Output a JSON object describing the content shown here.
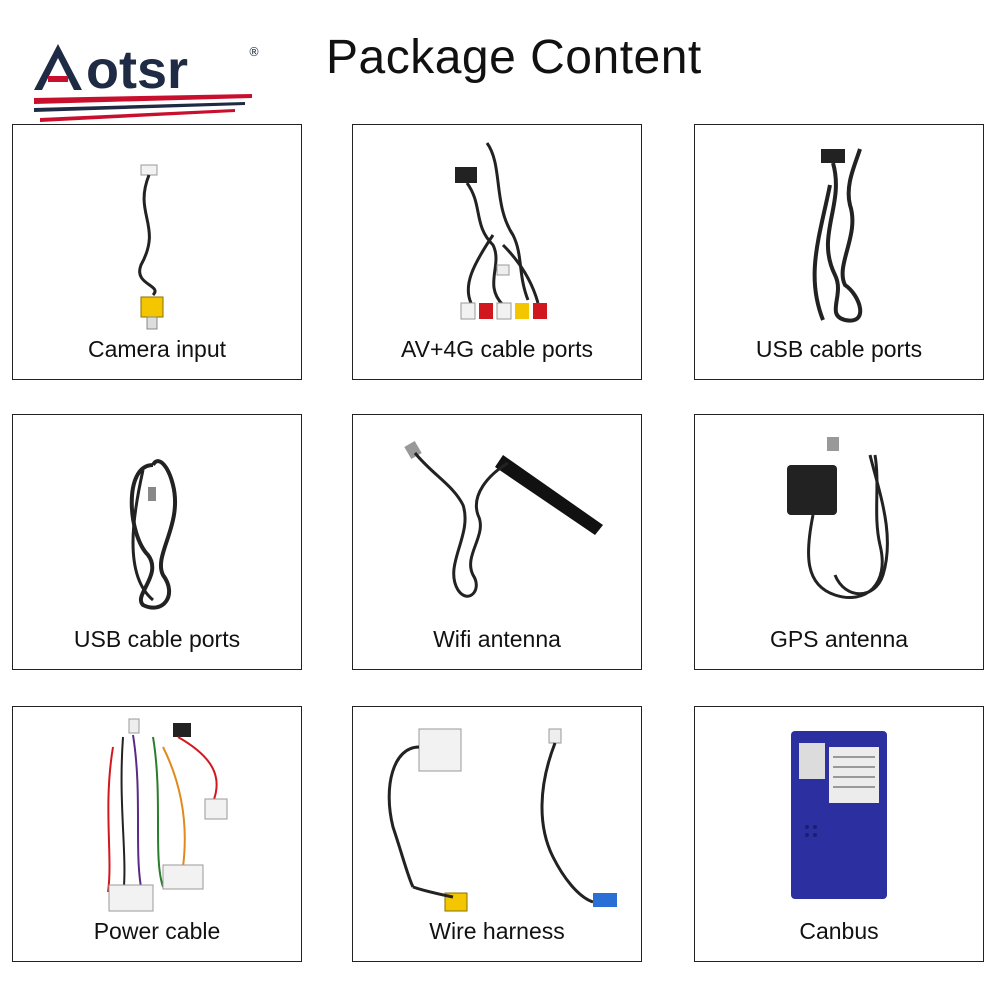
{
  "brand": {
    "logo_text": "Aotsr",
    "registered": "®"
  },
  "page": {
    "title": "Package Content"
  },
  "items": [
    {
      "label": "Camera input",
      "icon": "camera-cable-icon"
    },
    {
      "label": "AV+4G cable ports",
      "icon": "av-4g-cable-icon"
    },
    {
      "label": "USB cable ports",
      "icon": "usb-cable-icon"
    },
    {
      "label": "USB cable ports",
      "icon": "usb-cable-icon"
    },
    {
      "label": "Wifi antenna",
      "icon": "wifi-antenna-icon"
    },
    {
      "label": "GPS antenna",
      "icon": "gps-antenna-icon"
    },
    {
      "label": "Power cable",
      "icon": "power-cable-icon"
    },
    {
      "label": "Wire harness",
      "icon": "wire-harness-icon"
    },
    {
      "label": "Canbus",
      "icon": "canbus-box-icon"
    }
  ],
  "colors": {
    "brand_red": "#c8102e",
    "brand_dark": "#1f2a44",
    "canbus_blue": "#2c2fa0"
  }
}
